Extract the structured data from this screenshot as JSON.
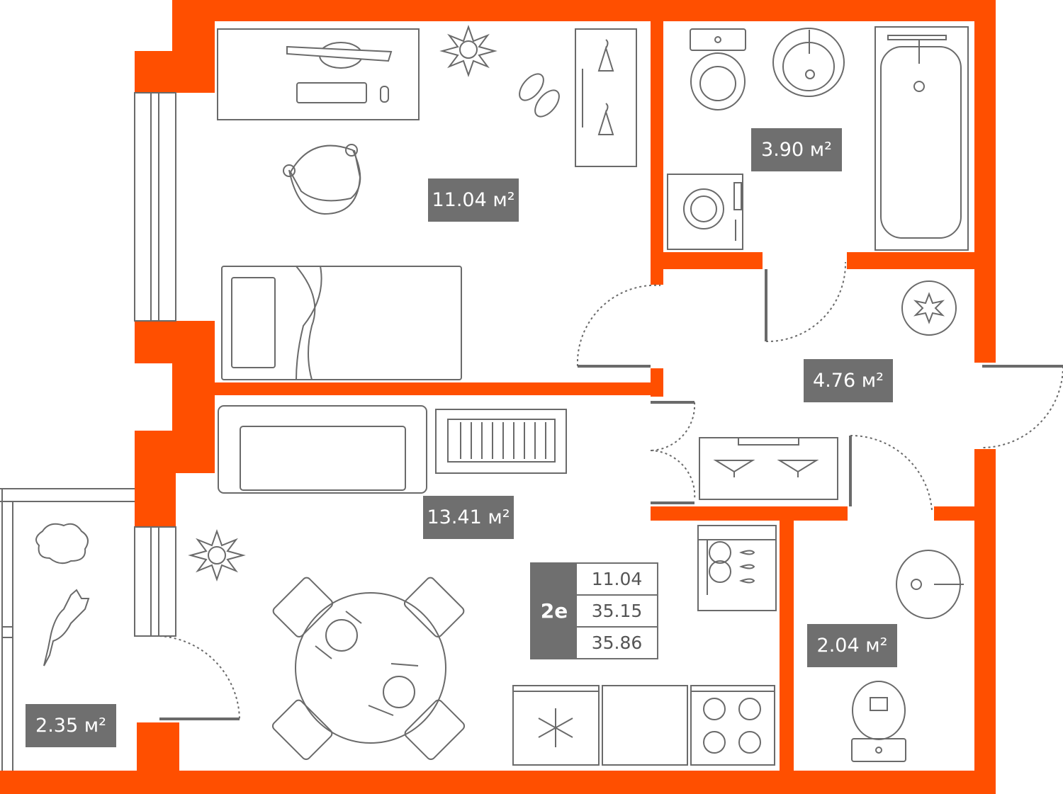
{
  "colors": {
    "wall": "#ff4f00",
    "furniture_line": "#6a6a6a",
    "label_bg": "#6f6f6f",
    "label_text": "#ffffff"
  },
  "rooms": [
    {
      "id": "bedroom",
      "area": "11.04 м²"
    },
    {
      "id": "bathroom",
      "area": "3.90 м²"
    },
    {
      "id": "hallway",
      "area": "4.76 м²"
    },
    {
      "id": "living-kitchen",
      "area": "13.41 м²"
    },
    {
      "id": "toilet",
      "area": "2.04 м²"
    },
    {
      "id": "balcony",
      "area": "2.35 м²"
    }
  ],
  "apartment": {
    "type": "2е",
    "values": [
      "11.04",
      "35.15",
      "35.86"
    ]
  },
  "icons": [
    "plant-icon",
    "slippers-icon",
    "hanger-icon",
    "toilet-icon",
    "sink-icon",
    "bathtub-icon",
    "washing-machine-icon",
    "snowflake-icon",
    "stove-icon",
    "cat-icon",
    "bush-icon",
    "armchair-icon",
    "sofa-icon",
    "bed-icon",
    "desk-icon",
    "dining-table-icon",
    "dishwasher-icon"
  ]
}
